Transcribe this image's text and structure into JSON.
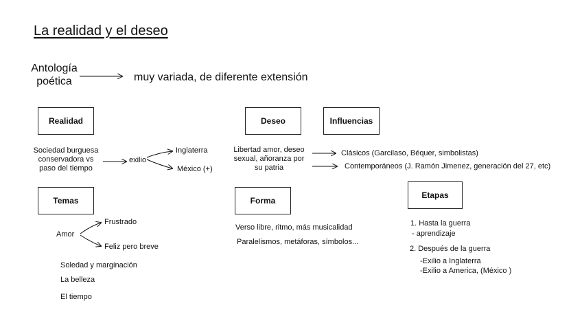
{
  "title": "La realidad y el deseo",
  "antologia": {
    "label_line1": "Antología",
    "label_line2": "poética",
    "desc": "muy variada, de diferente extensión"
  },
  "boxes": {
    "realidad": "Realidad",
    "deseo": "Deseo",
    "influencias": "Influencias",
    "temas": "Temas",
    "forma": "Forma",
    "etapas": "Etapas"
  },
  "realidad": {
    "line1": "Sociedad burguesa",
    "line2": "conservadora vs",
    "line3": "paso del tiempo",
    "exilio": "exilio",
    "inglaterra": "Inglaterra",
    "mexico": "México   (+)"
  },
  "deseo": {
    "line1": "Libertad amor, deseo",
    "line2": "sexual, añoranza por",
    "line3": "su patria",
    "clasicos": "Clásicos (Garcilaso, Béquer, simbolistas)",
    "contemporaneos": "Contemporáneos (J. Ramón Jimenez, generación del 27, etc)"
  },
  "temas": {
    "amor": "Amor",
    "frustrado": "Frustrado",
    "feliz": "Feliz pero breve",
    "soledad": "Soledad y marginación",
    "belleza": "La belleza",
    "tiempo": "El tiempo"
  },
  "forma": {
    "line1": "Verso libre, ritmo, más musicalidad",
    "line2": "Paralelismos, metáforas, símbolos..."
  },
  "etapas": {
    "e1": "1. Hasta la guerra",
    "e1a": "- aprendizaje",
    "e2": "2. Después de la guerra",
    "e2a": "-Exilio a Inglaterra",
    "e2b": "-Exilio a America, (México )"
  }
}
